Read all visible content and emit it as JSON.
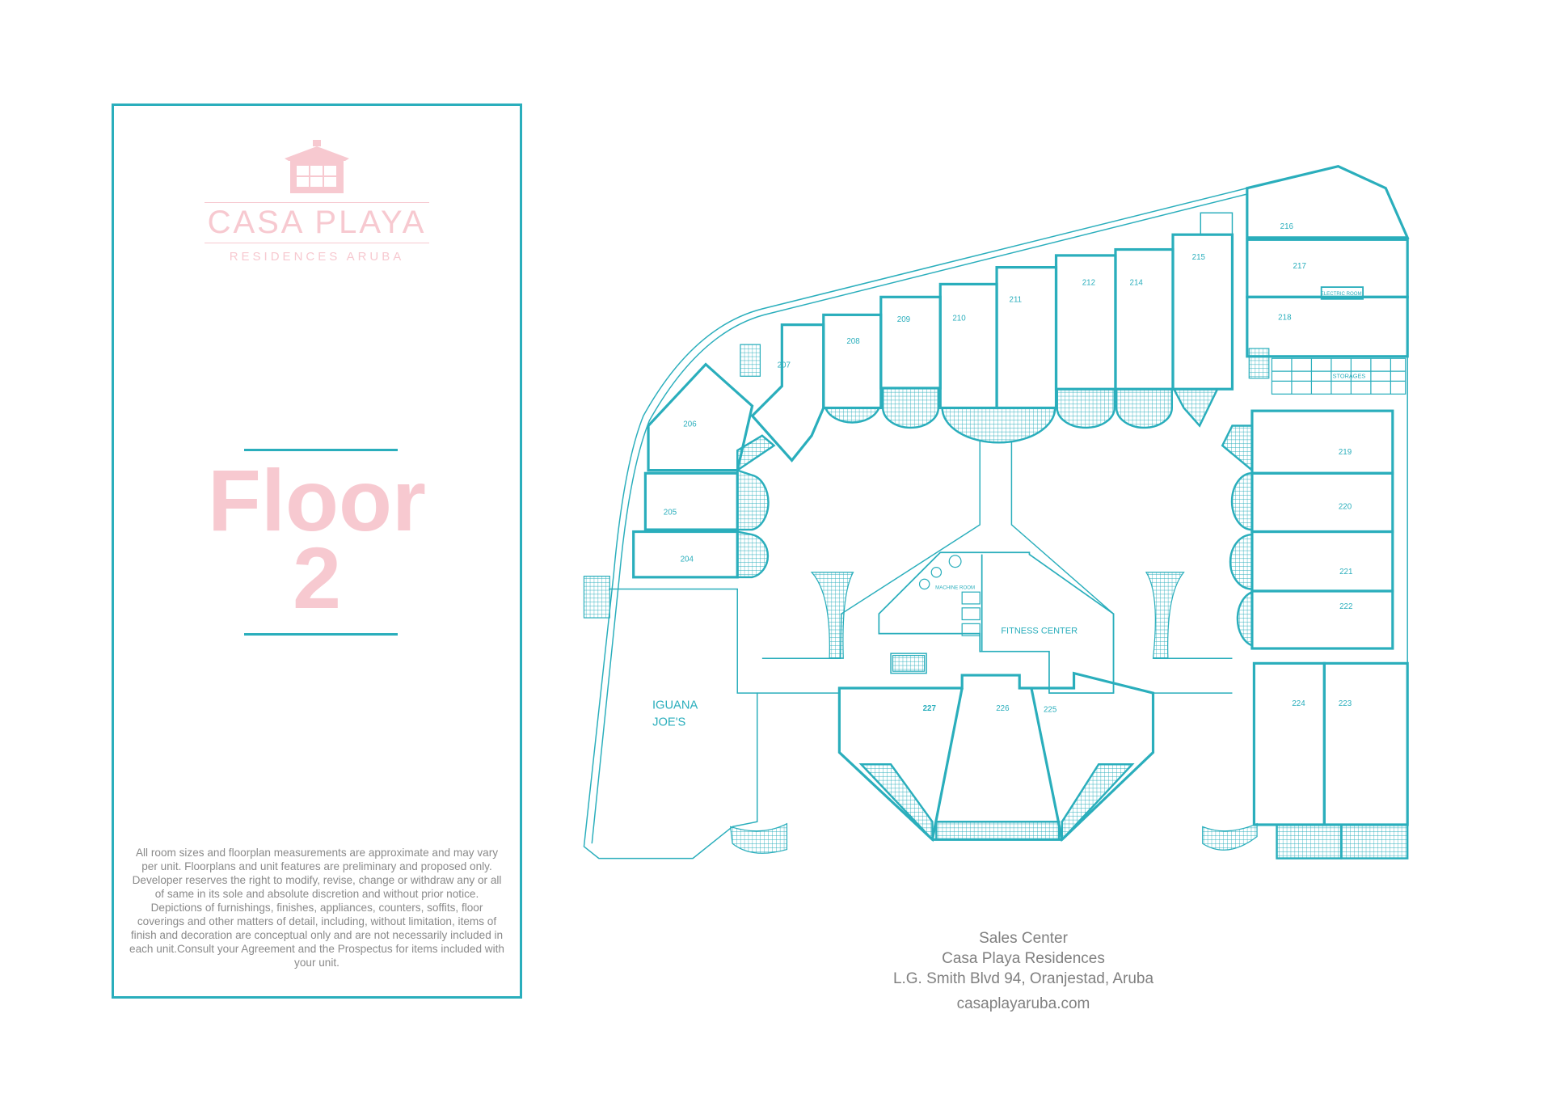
{
  "brand": {
    "name": "CASA PLAYA",
    "subtitle": "RESIDENCES ARUBA"
  },
  "floor": {
    "word": "Floor",
    "number": "2"
  },
  "disclaimer": "All room sizes and floorplan measurements are approximate and may vary per unit. Floorplans and unit features are preliminary and proposed only. Developer reserves the right to modify, revise, change or withdraw any or all of same in its sole and absolute discretion and without prior notice. Depictions of furnishings, finishes, appliances, counters, soffits, floor coverings and other matters of detail, including, without limitation, items of finish and decoration are conceptual only and are not necessarily included in each unit.Consult your Agreement and the Prospectus for items included with your unit.",
  "contact": {
    "line1": "Sales Center",
    "line2": "Casa Playa Residences",
    "line3": "L.G. Smith Blvd 94, Oranjestad, Aruba",
    "url": "casaplayaruba.com"
  },
  "plan": {
    "units": [
      "204",
      "205",
      "206",
      "207",
      "208",
      "209",
      "210",
      "211",
      "212",
      "214",
      "215",
      "216",
      "217",
      "218",
      "219",
      "220",
      "221",
      "222",
      "223",
      "224",
      "225",
      "226",
      "227"
    ],
    "areas": {
      "electric": "ELECTRIC ROOM",
      "storages": "STORAGES",
      "machine": "MACHINE ROOM",
      "fitness": "FITNESS CENTER",
      "iguana_1": "IGUANA",
      "iguana_2": "JOE'S"
    }
  },
  "colors": {
    "line": "#2aaebc",
    "pink": "#f7c9d0",
    "text": "#808080"
  }
}
